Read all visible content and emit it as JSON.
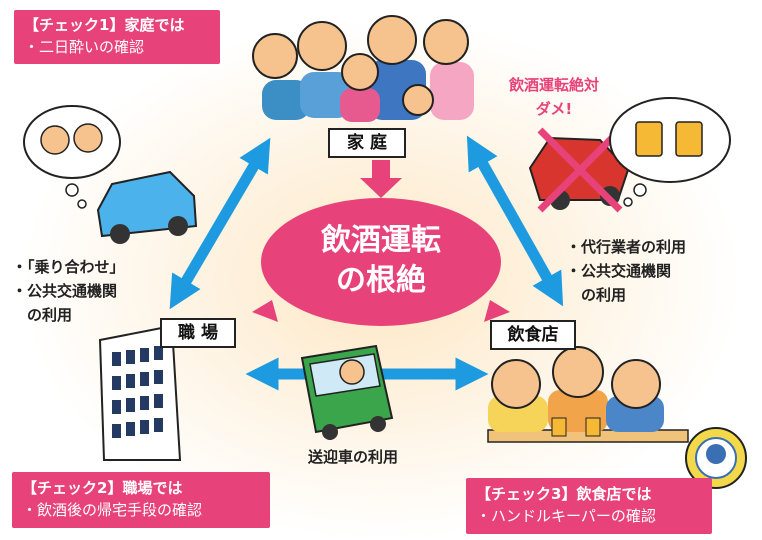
{
  "callouts": {
    "home": {
      "title": "【チェック1】家庭では",
      "body": "・二日酔いの確認"
    },
    "work": {
      "title": "【チェック2】職場では",
      "body": "・飲酒後の帰宅手段の確認"
    },
    "restaurant": {
      "title": "【チェック3】飲食店では",
      "body": "・ハンドルキーパーの確認"
    }
  },
  "center": {
    "line1": "飲酒運転",
    "line2": "の根絶"
  },
  "nodes": {
    "home": "家 庭",
    "work": "職 場",
    "restaurant": "飲食店"
  },
  "notes": {
    "work_side": [
      "・「乗り合わせ」",
      "・公共交通機関",
      "　の利用"
    ],
    "restaurant_side": [
      "・代行業者の利用",
      "・公共交通機関",
      "　の利用"
    ],
    "bottom": "送迎車の利用"
  },
  "warning": {
    "line1": "飲酒運転絶対",
    "line2": "ダメ!"
  },
  "colors": {
    "pink": "#e8427a",
    "arrow_blue": "#1e9be0",
    "halo": "#fde7c4",
    "bus_green": "#3aa54a"
  }
}
